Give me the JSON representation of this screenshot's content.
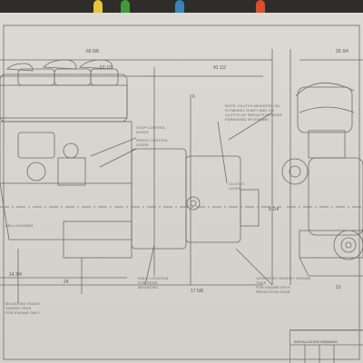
{
  "drawing": {
    "labels": {
      "stop_control": "STOP CONTROL\nLEVER",
      "speed_control": "SPEED CONTROL\nLEVER",
      "note_top_right": "NOTE: CLUTCH MOUNTED ON\nFLYWHEEL SHAFT AND ON\nCLUTCH OF REDUCTION GEAR\nFURNISHED BY ENGINE",
      "center_lever": "CLUTCH\nLEVER",
      "bottom_center": "HOLE LOCATION\nFOR REAR\nMOUNTING",
      "bottom_right": "CENTER OF GRAVITY SHOWN\nTHUS\nFOR ENGINE WITH\nREDUCTION GEAR",
      "bottom_left": "MOUNTING HOLES\nSHOWN THUS\nFOR ENGINE ONLY",
      "left_mid": "BELL HOUSING",
      "title_block": "INSTALLATION DRAWING"
    },
    "dimensions": [
      "66 5/8",
      "57 1/2",
      "41 1/2",
      "29 3/4",
      "14 3/4",
      "17 5/8",
      "24",
      "8 1/4",
      "12",
      "6"
    ]
  },
  "clips": {
    "colors": [
      "#e8c43a",
      "#3f9b3a",
      "#3a85b8",
      "#d8502e"
    ]
  }
}
